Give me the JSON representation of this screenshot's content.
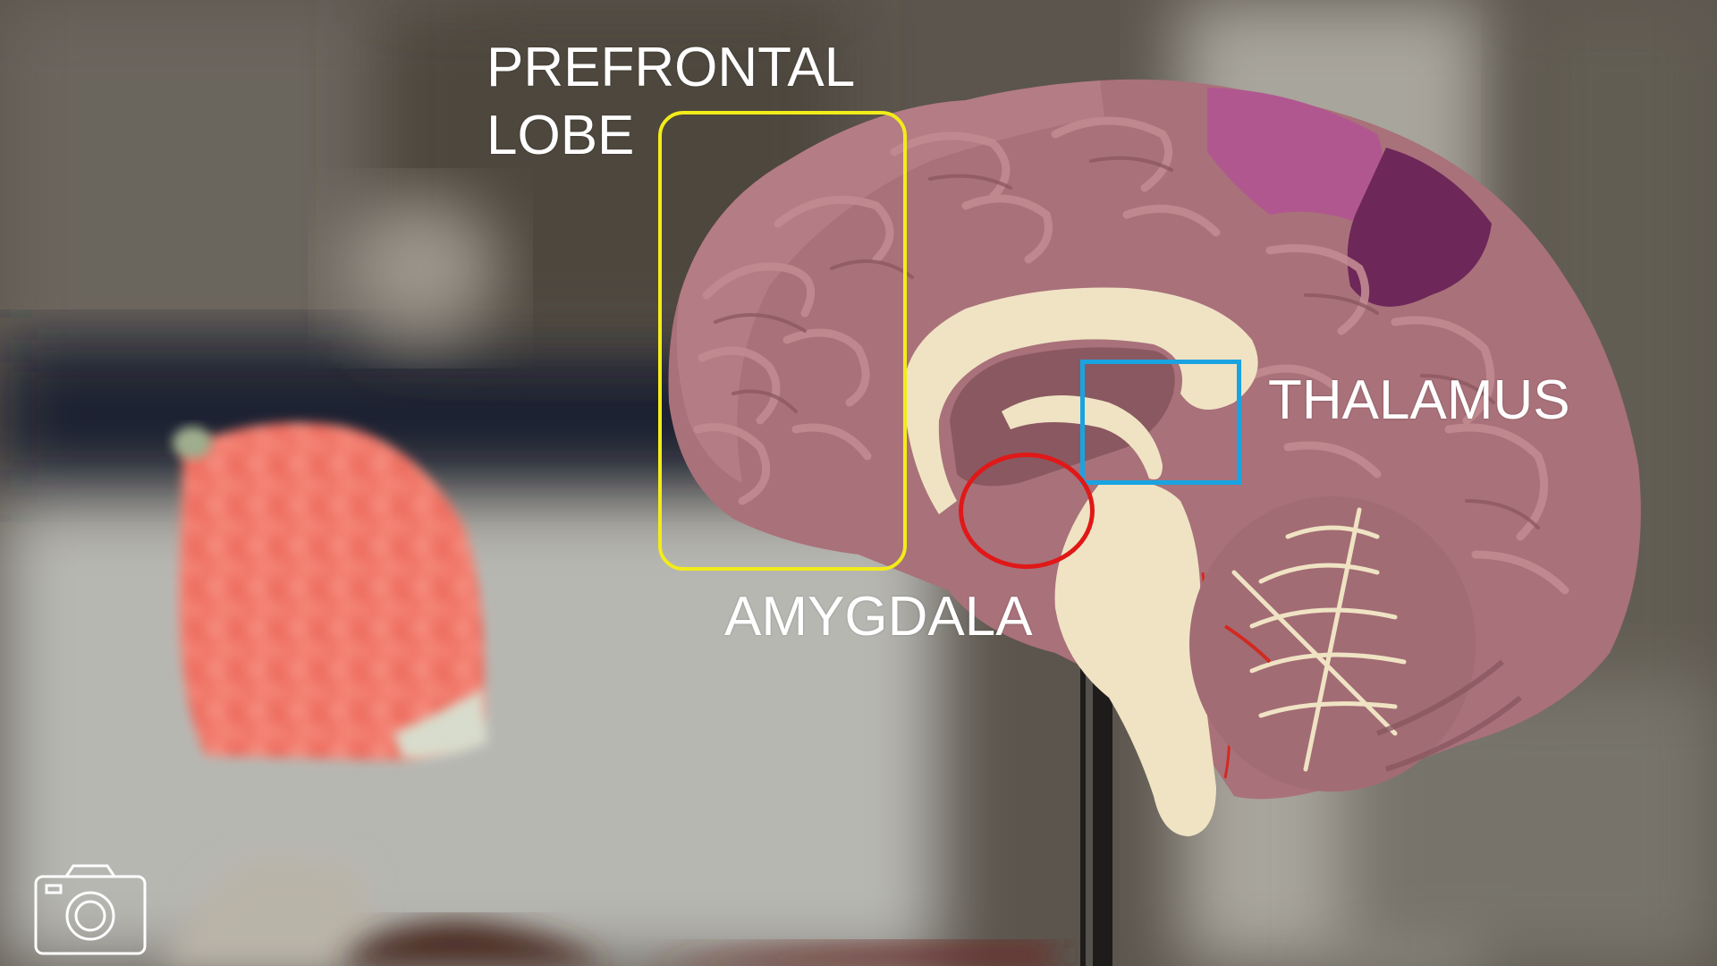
{
  "image": {
    "subject": "sagittal-section-brain-model",
    "labels": {
      "prefrontal_line1": "PREFRONTAL",
      "prefrontal_line2": "LOBE",
      "amygdala": "AMYGDALA",
      "thalamus": "THALAMUS"
    },
    "colors": {
      "label_text": "#ffffff",
      "prefrontal_highlight": "#f2ec1a",
      "thalamus_highlight": "#1aa3e0",
      "amygdala_highlight": "#e01818",
      "brain_tissue": "#a9717a",
      "white_matter": "#efe3c4",
      "parietal_accent": "#b1578f",
      "occipital_accent": "#6e2759"
    },
    "icons": [
      "camera-icon"
    ]
  }
}
